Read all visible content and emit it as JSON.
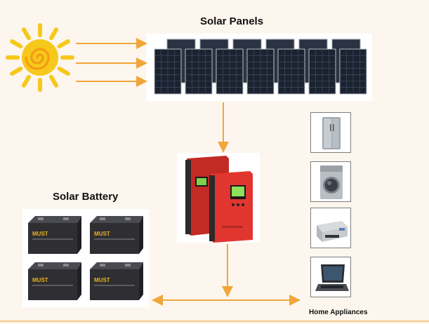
{
  "labels": {
    "solar_panels": "Solar Panels",
    "solar_battery": "Solar Battery",
    "home_appliances": "Home Appliances"
  },
  "battery_brand": "MUST",
  "colors": {
    "background": "#fdf6ee",
    "arrow": "#f0a63a",
    "sun_yellow": "#f6c81c",
    "sun_orange": "#f49a12",
    "panel_cell": "#1b2230",
    "inverter_red": "#e0362f",
    "battery_body": "#2e2e33",
    "battery_logo": "#e8b51a"
  },
  "icons": {
    "sun": "sun-icon",
    "panel": "solar-panel-icon",
    "inverter": "inverter-icon",
    "battery": "battery-icon",
    "appliances": [
      "refrigerator-icon",
      "washing-machine-icon",
      "printer-icon",
      "laptop-icon"
    ]
  }
}
